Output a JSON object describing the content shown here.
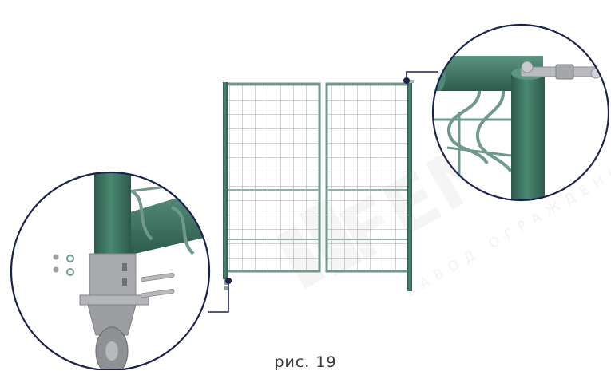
{
  "figure": {
    "caption": "рис. 19",
    "watermark_text": "FENSO",
    "watermark_subtext": "ЗАВОД ОГРАЖДЕНИЙ"
  },
  "colors": {
    "post_green": "#3f7a66",
    "post_dark": "#2d5a4b",
    "mesh_green": "#6f9a89",
    "callout_navy": "#1b2250",
    "metal_gray": "#a8aaad",
    "watermark": "#f0f0f0"
  },
  "icons": {
    "top_callout": "hinge-bolt-detail",
    "bottom_callout": "wheel-bracket-detail"
  }
}
